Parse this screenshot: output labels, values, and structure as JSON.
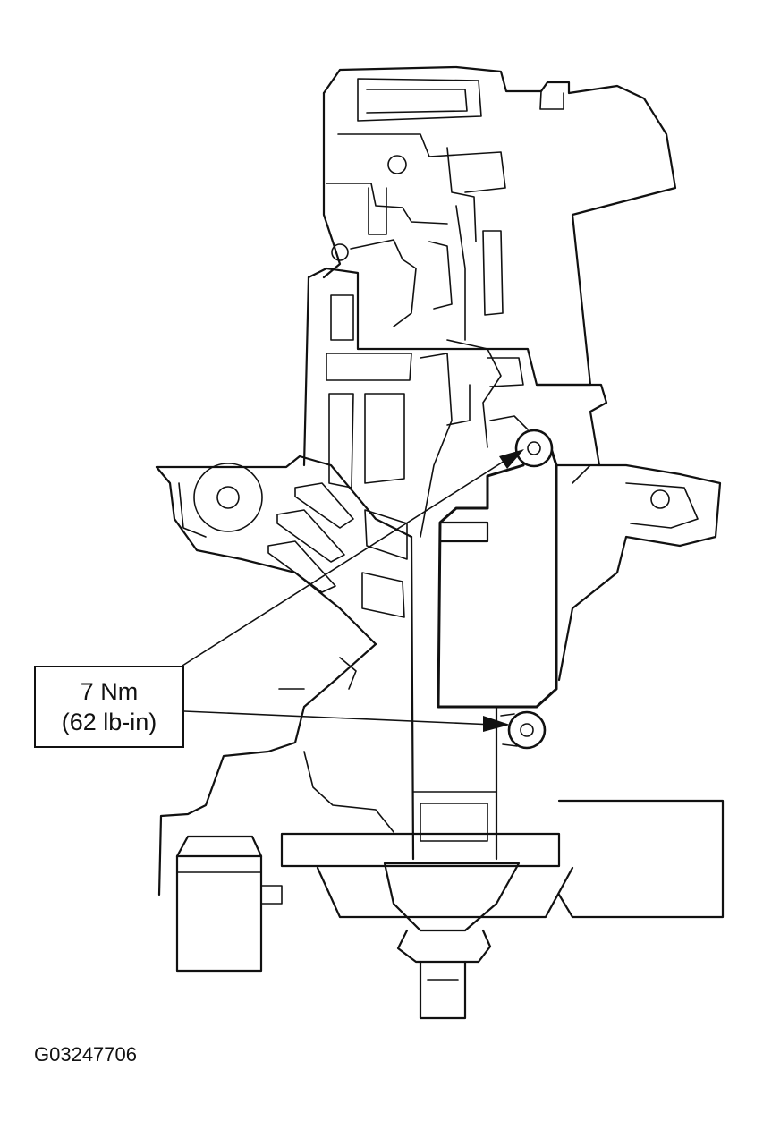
{
  "callout": {
    "line1": "7 Nm",
    "line2": "(62 lb-in)"
  },
  "figure_id": "G03247706",
  "colors": {
    "line": "#111111",
    "background": "#ffffff"
  }
}
